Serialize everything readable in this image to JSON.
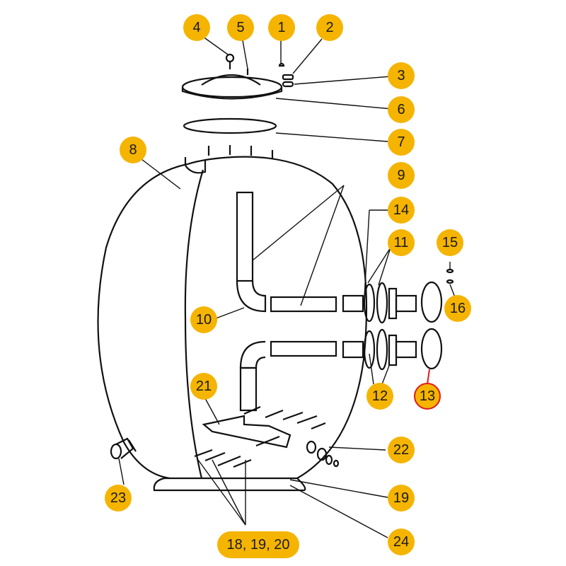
{
  "diagram": {
    "title": "Sand filter exploded parts diagram",
    "badge_color": "#f5b400",
    "highlight_color": "#e01b1b",
    "highlighted_part": "13",
    "callouts": [
      {
        "id": "c4",
        "label": "4"
      },
      {
        "id": "c5",
        "label": "5"
      },
      {
        "id": "c1",
        "label": "1"
      },
      {
        "id": "c2",
        "label": "2"
      },
      {
        "id": "c3",
        "label": "3"
      },
      {
        "id": "c6",
        "label": "6"
      },
      {
        "id": "c7",
        "label": "7"
      },
      {
        "id": "c8",
        "label": "8"
      },
      {
        "id": "c9",
        "label": "9"
      },
      {
        "id": "c14",
        "label": "14"
      },
      {
        "id": "c11",
        "label": "11"
      },
      {
        "id": "c15",
        "label": "15"
      },
      {
        "id": "c16",
        "label": "16"
      },
      {
        "id": "c10",
        "label": "10"
      },
      {
        "id": "c12",
        "label": "12"
      },
      {
        "id": "c13",
        "label": "13"
      },
      {
        "id": "c21",
        "label": "21"
      },
      {
        "id": "c22",
        "label": "22"
      },
      {
        "id": "c23",
        "label": "23"
      },
      {
        "id": "c19",
        "label": "19"
      },
      {
        "id": "c24",
        "label": "24"
      },
      {
        "id": "c18_19_20",
        "label": "18, 19, 20"
      }
    ]
  }
}
